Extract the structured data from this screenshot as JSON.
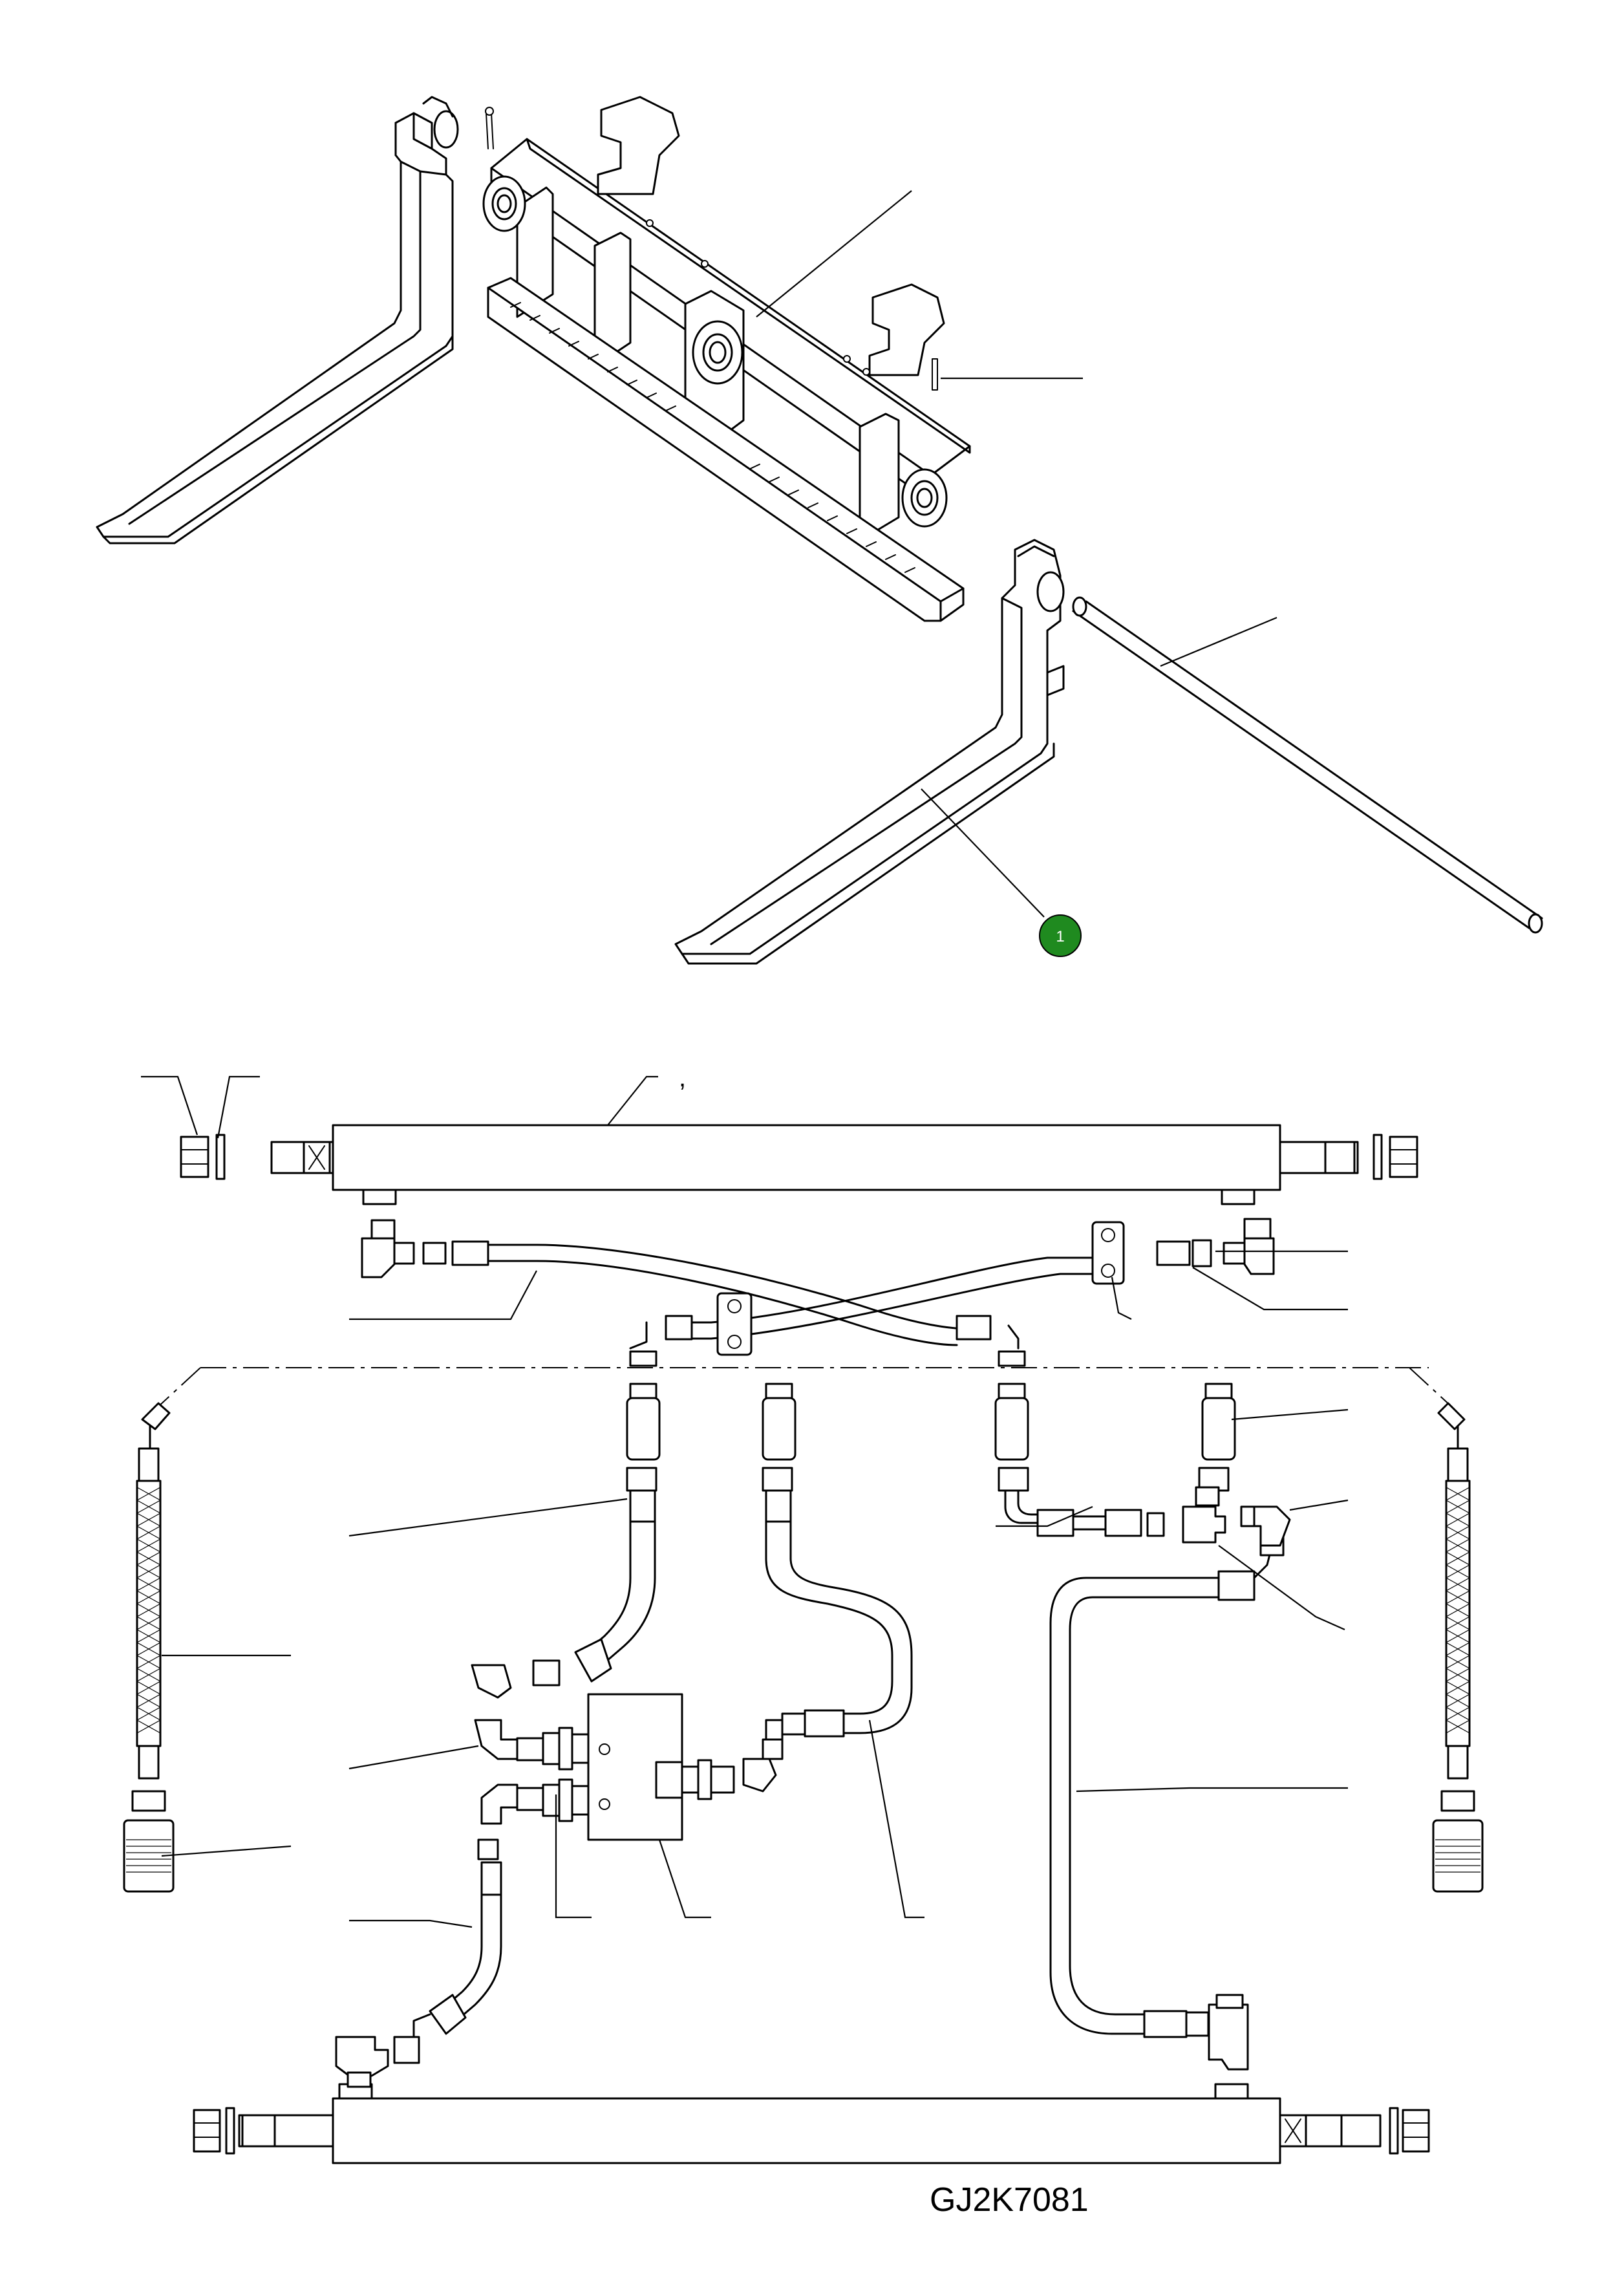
{
  "drawing": {
    "code": "GJ2K7081",
    "stray_mark": ","
  },
  "callouts": [
    {
      "id": "callout-1",
      "label": "1",
      "color": "#1f8a1f"
    }
  ]
}
